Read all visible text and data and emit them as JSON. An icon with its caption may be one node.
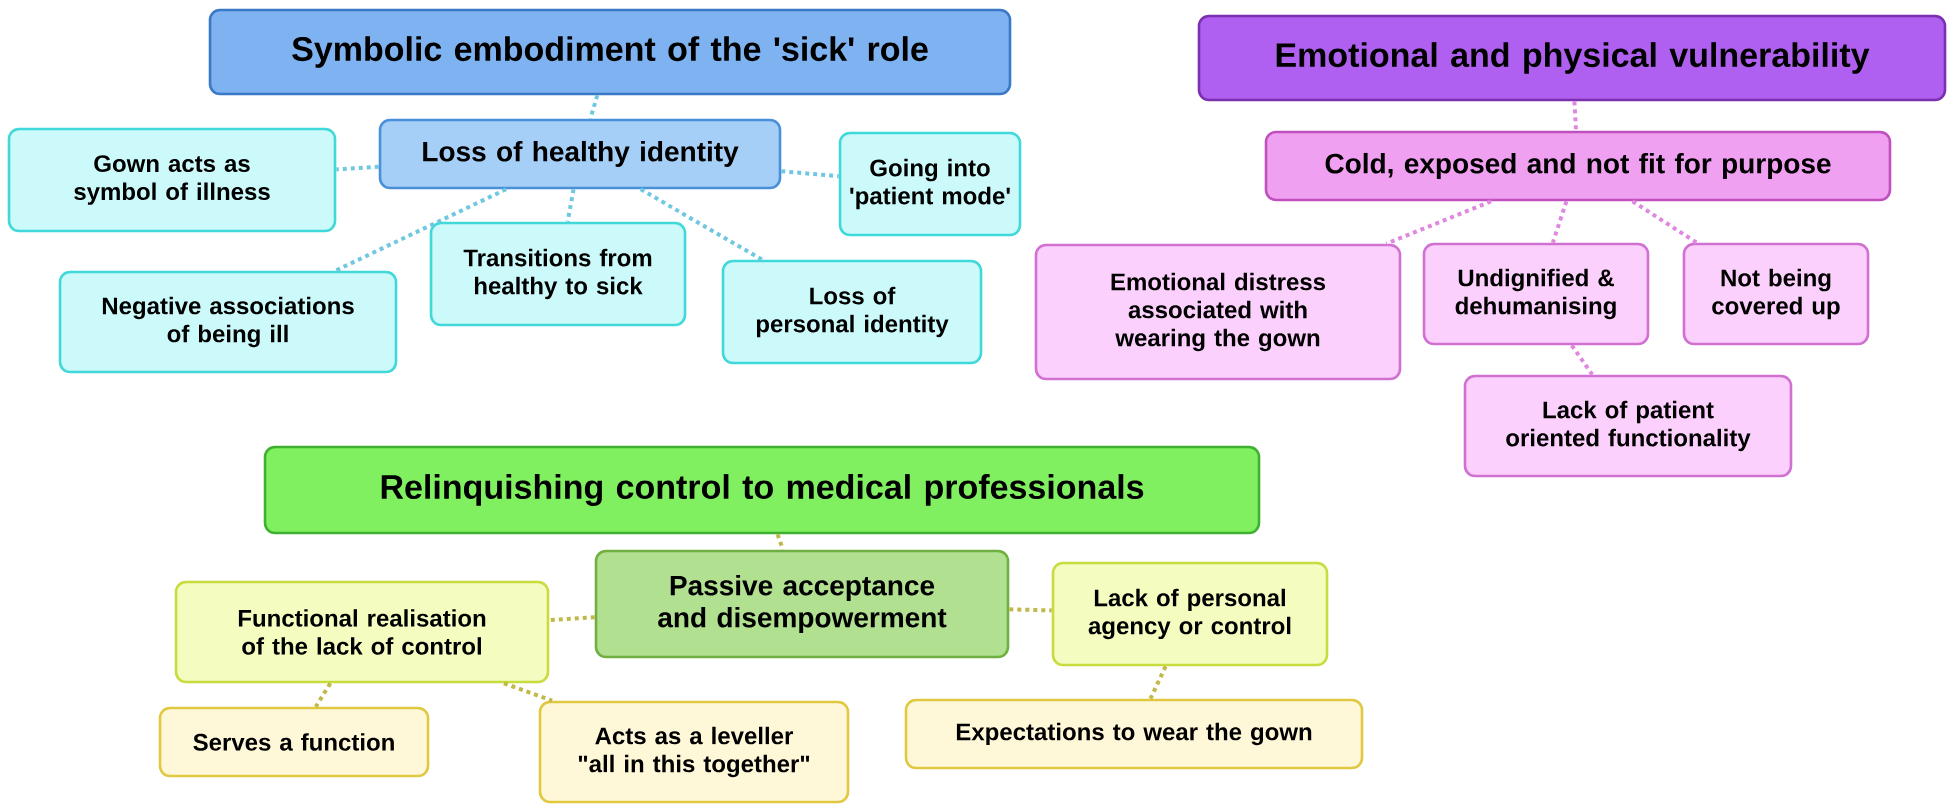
{
  "diagram": {
    "nodes": [
      {
        "text": [
          "Symbolic embodiment of the 'sick' role"
        ]
      },
      {
        "text": [
          "Loss of healthy identity"
        ]
      },
      {
        "text": [
          "Gown acts as symbol of illness"
        ]
      },
      {
        "text": [
          "Going into 'patient mode'"
        ]
      },
      {
        "text": [
          "Negative associations of being ill"
        ]
      },
      {
        "text": [
          "Transitions from healthy to sick"
        ]
      },
      {
        "text": [
          "Loss of personal identity"
        ]
      },
      {
        "text": [
          "Emotional and physical vulnerability"
        ]
      },
      {
        "text": [
          "Cold, exposed and not fit for purpose"
        ]
      },
      {
        "text": [
          "Emotional distress associated with wearing the gown"
        ]
      },
      {
        "text": [
          "Undignified & dehumanising"
        ]
      },
      {
        "text": [
          "Not being covered up"
        ]
      },
      {
        "text": [
          "Lack of patient oriented functionality"
        ]
      },
      {
        "text": [
          "Relinquishing control to medical professionals"
        ]
      },
      {
        "text": [
          "Passive acceptance and disempowerment"
        ]
      },
      {
        "text": [
          "Functional realisation of the lack of control"
        ]
      },
      {
        "text": [
          "Lack of personal agency or control"
        ]
      },
      {
        "text": [
          "Serves a function"
        ]
      },
      {
        "text": [
          "Acts as a leveller \"all in this together\""
        ]
      },
      {
        "text": [
          "Expectations to wear the gown"
        ]
      }
    ],
    "edges": [
      {
        "from": 0,
        "to": 1,
        "arrow": "none",
        "color": "#70c8e0"
      },
      {
        "from": 1,
        "to": 2,
        "arrow": "none",
        "color": "#70c8e0"
      },
      {
        "from": 1,
        "to": 3,
        "arrow": "none",
        "color": "#70c8e0"
      },
      {
        "from": 1,
        "to": 4,
        "arrow": "none",
        "color": "#70c8e0"
      },
      {
        "from": 1,
        "to": 5,
        "arrow": "none",
        "color": "#70c8e0"
      },
      {
        "from": 1,
        "to": 6,
        "arrow": "none",
        "color": "#70c8e0"
      },
      {
        "from": 7,
        "to": 8,
        "arrow": "none",
        "color": "#e088e0"
      },
      {
        "from": 8,
        "to": 9,
        "arrow": "none",
        "color": "#e088e0"
      },
      {
        "from": 8,
        "to": 10,
        "arrow": "none",
        "color": "#e088e0"
      },
      {
        "from": 8,
        "to": 11,
        "arrow": "none",
        "color": "#e088e0"
      },
      {
        "from": 10,
        "to": 12,
        "arrow": "none",
        "color": "#e088e0"
      },
      {
        "from": 13,
        "to": 14,
        "arrow": "none",
        "color": "#c0b848"
      },
      {
        "from": 14,
        "to": 15,
        "arrow": "none",
        "color": "#c0b848"
      },
      {
        "from": 14,
        "to": 16,
        "arrow": "none",
        "color": "#c0b848"
      },
      {
        "from": 15,
        "to": 17,
        "arrow": "none",
        "color": "#c0b848"
      },
      {
        "from": 15,
        "to": 18,
        "arrow": "none",
        "color": "#c0b848"
      },
      {
        "from": 16,
        "to": 19,
        "arrow": "none",
        "color": "#c0b848"
      }
    ]
  }
}
